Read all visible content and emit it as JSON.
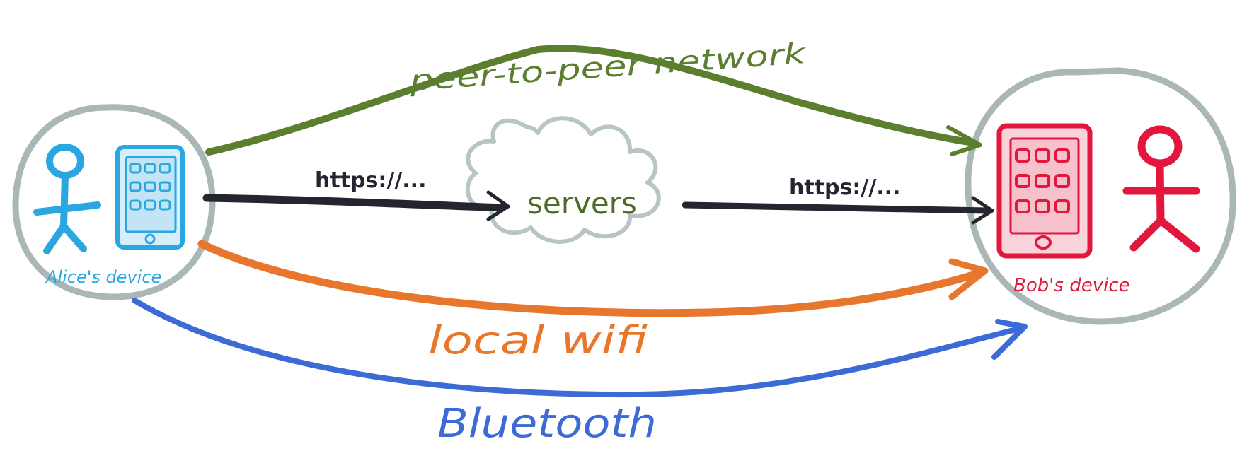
{
  "labels": {
    "peer_to_peer": "peer-to-peer network",
    "https_left": "https://...",
    "https_right": "https://...",
    "servers": "servers",
    "local_wifi": "local wifi",
    "bluetooth": "Bluetooth",
    "alice_device": "Alice's device",
    "bob_device": "Bob's device"
  },
  "colors": {
    "alice": "#2AA7E0",
    "bob": "#E3173D",
    "peer_to_peer": "#5B7F2E",
    "https": "#24252F",
    "local_wifi": "#E8772E",
    "bluetooth": "#3D6BD6",
    "node_circle": "#A9B8B6",
    "cloud": "#B7C6C4"
  }
}
